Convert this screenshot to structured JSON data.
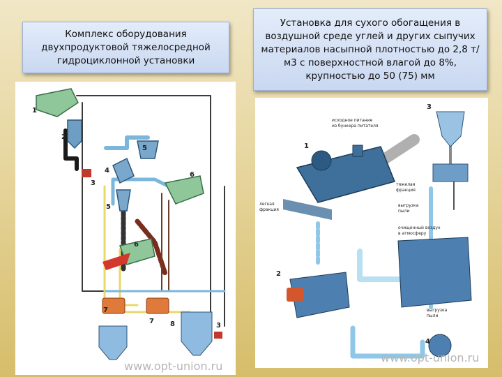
{
  "captions": {
    "left": "Комплекс оборудования двухпродуктовой тяжелосредной гидроциклонной установки",
    "right": "Установка для сухого обогащения в воздушной среде углей и других сыпучих материалов насыпной плотностью до 2,8 т/м3 с поверхностной влагой до 8%, крупностью до 50 (75) мм"
  },
  "left_diagram": {
    "numbers": [
      "1",
      "2",
      "3",
      "4",
      "5",
      "6",
      "5",
      "6",
      "7",
      "7",
      "8",
      "3"
    ],
    "watermark": "www.opt-union.ru"
  },
  "right_diagram": {
    "numbers": [
      "1",
      "2",
      "3",
      "4"
    ],
    "labels": {
      "feed": "исходное питание\nиз бункера питателя",
      "heavy": "тяжелая\nфракция",
      "light": "легкая\nфракция",
      "dust_top": "выгрузка\nпыли",
      "clean_air": "очищенный воздух\nв атмосферу",
      "dust_bottom": "выгрузка\nпыли"
    },
    "watermark": "www.opt-union.ru"
  },
  "colors": {
    "pipe_light": "#8ec7e8",
    "pipe_dark": "#4a6f8a",
    "equipment": "#3f6f9b",
    "accent_red": "#c0392b"
  }
}
